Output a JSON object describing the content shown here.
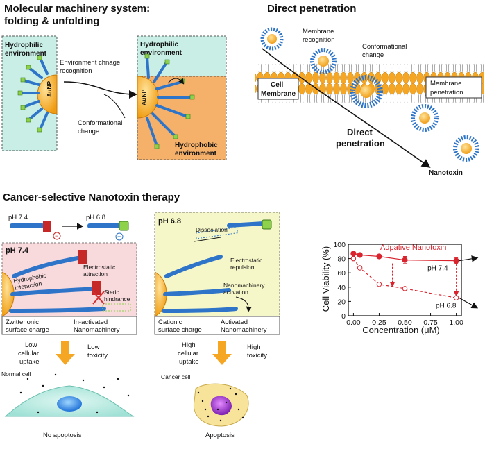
{
  "panel_a": {
    "title_line1": "Molecular machinery system:",
    "title_line2": "folding & unfolding",
    "left_env": [
      "Hydrophilic",
      "environment"
    ],
    "core_label": "AuNP",
    "arrow_top": [
      "Environment chnage",
      "recognition"
    ],
    "arrow_bottom": [
      "Conformational",
      "change"
    ],
    "right_top_env": [
      "Hydrophilic",
      "environment"
    ],
    "right_bottom_env": [
      "Hydrophobic",
      "environment"
    ]
  },
  "panel_b": {
    "title": "Direct penetration",
    "membrane_recognition": [
      "Membrane",
      "recognition"
    ],
    "conformational_change": [
      "Conformational",
      "change"
    ],
    "cell_membrane": [
      "Cell",
      "Membrane"
    ],
    "membrane_penetration": [
      "Membrane",
      "penetration"
    ],
    "direct_penetration": [
      "Direct",
      "penetration"
    ],
    "nanotoxin": "Nanotoxin"
  },
  "panel_c": {
    "title": "Cancer-selective Nanotoxin therapy",
    "ph_top_left": "pH 7.4",
    "ph_top_right": "pH 6.8",
    "minus": "−",
    "plus": "+",
    "pink_box": {
      "ph": "pH 7.4",
      "electrostatic": [
        "Electrostatic",
        "attraction"
      ],
      "hydrophobic": [
        "Hydrophobic",
        "interaction"
      ],
      "steric": [
        "Steric",
        "hindrance"
      ],
      "bottom_left": [
        "Zwitterionic",
        "surface charge"
      ],
      "bottom_right": [
        "In-activated",
        "Nanomachinery"
      ]
    },
    "yellow_box": {
      "ph": "pH 6.8",
      "dissociation": "Dissociation",
      "electrostatic": [
        "Electrostatic",
        "repulsion"
      ],
      "nanomachinery": [
        "Nanomachinery",
        "activation"
      ],
      "bottom_left": [
        "Cationic",
        "surface charge"
      ],
      "bottom_right": [
        "Activated",
        "Nanomachinery"
      ]
    },
    "normal_path": {
      "uptake": [
        "Low",
        "cellular",
        "uptake"
      ],
      "toxicity": [
        "Low",
        "toxicity"
      ],
      "cell_label": "Normal cell",
      "outcome": "No apoptosis"
    },
    "cancer_path": {
      "uptake": [
        "High",
        "cellular",
        "uptake"
      ],
      "toxicity": [
        "High",
        "toxicity"
      ],
      "cell_label": "Cancer cell",
      "outcome": "Apoptosis"
    }
  },
  "colors": {
    "hydrophilic": "#c8eee6",
    "hydrophobic": "#f5b06a",
    "pink_box": "#f8d9dc",
    "yellow_box": "#f6f7c8",
    "ligand_blue": "#2e75c9",
    "ligand_green": "#8ed14a",
    "gold": "#f2a418",
    "series_red": "#d9232d"
  },
  "chart_data": {
    "type": "line",
    "title": "",
    "xlabel": "Concentration (μM)",
    "ylabel": "Cell Viability (%)",
    "xlim": [
      -0.05,
      1.05
    ],
    "ylim": [
      0,
      100
    ],
    "x_ticks": [
      "0.00",
      "0.25",
      "0.50",
      "0.75",
      "1.00"
    ],
    "y_ticks": [
      "0",
      "20",
      "40",
      "60",
      "80",
      "100"
    ],
    "legend": "Adpative Nanotoxin",
    "series": [
      {
        "name": "pH 7.4",
        "x": [
          0,
          0.0625,
          0.25,
          0.5,
          1.0
        ],
        "values": [
          87,
          85,
          83,
          78,
          77
        ],
        "errors": [
          3,
          2,
          2,
          5,
          4
        ],
        "marker": "filled"
      },
      {
        "name": "pH 6.8",
        "x": [
          0,
          0.0625,
          0.25,
          0.5,
          1.0
        ],
        "values": [
          80,
          67,
          44,
          38,
          25
        ],
        "errors": [
          3,
          2,
          2,
          2,
          2
        ],
        "marker": "open"
      }
    ]
  }
}
